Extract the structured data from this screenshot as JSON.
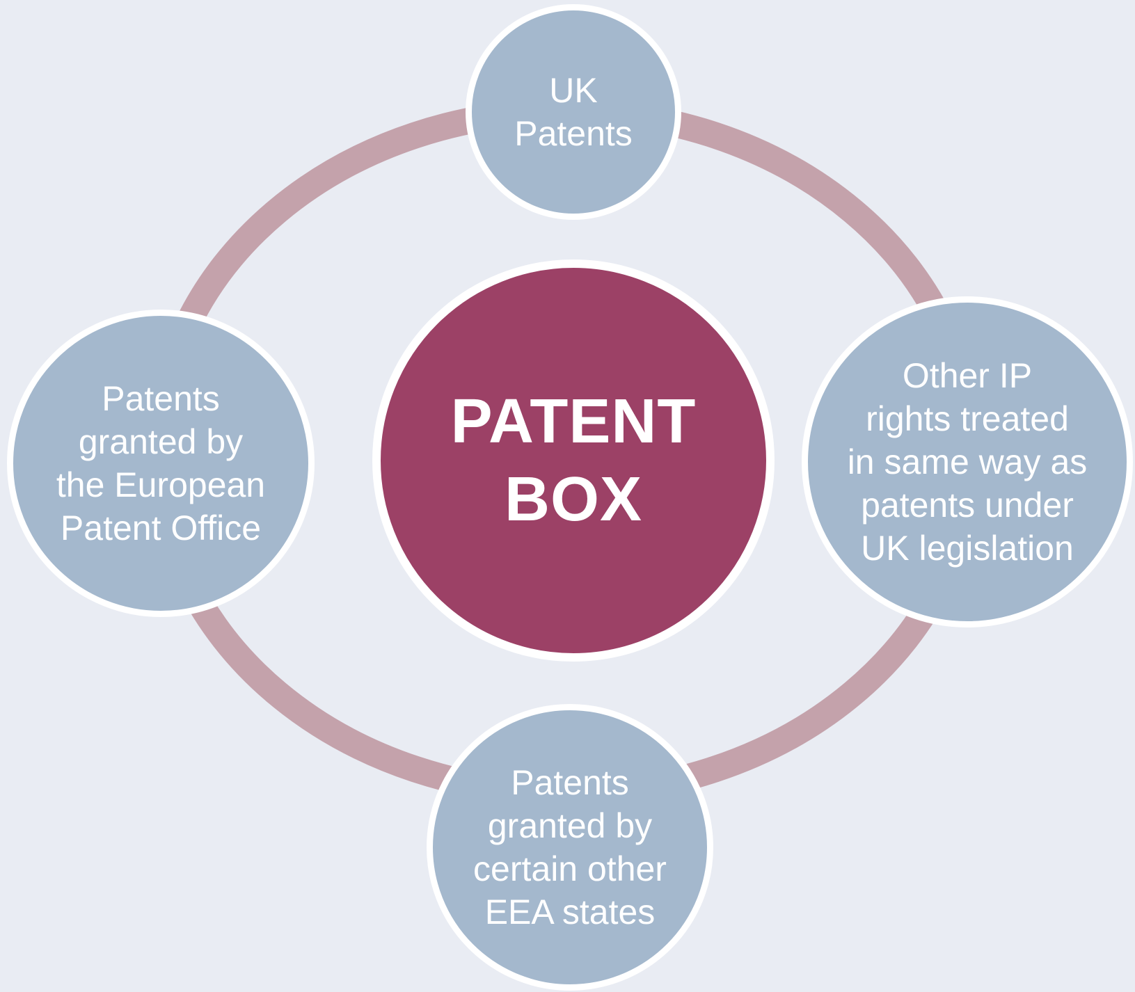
{
  "title": "Patent Box qualifying IP rights diagram",
  "colors": {
    "background": "#e9ecf3",
    "ring": "#c4a2ab",
    "node_fill": "#a4b8cd",
    "node_border": "#ffffff",
    "center_fill": "#9c4166",
    "center_border": "#ffffff",
    "text": "#ffffff"
  },
  "diagram": {
    "center": {
      "id": "patent-box",
      "lines": [
        "PATENT",
        "BOX"
      ]
    },
    "nodes": [
      {
        "id": "uk-patents",
        "position": "top",
        "lines": [
          "UK",
          "Patents"
        ]
      },
      {
        "id": "other-ip-rights",
        "position": "right",
        "lines": [
          "Other IP",
          "rights treated",
          "in same way as",
          "patents under",
          "UK legislation"
        ]
      },
      {
        "id": "eea-patents",
        "position": "bottom",
        "lines": [
          "Patents",
          "granted by",
          "certain other",
          "EEA states"
        ]
      },
      {
        "id": "epo-patents",
        "position": "left",
        "lines": [
          "Patents",
          "granted by",
          "the European",
          "Patent Office"
        ]
      }
    ]
  }
}
